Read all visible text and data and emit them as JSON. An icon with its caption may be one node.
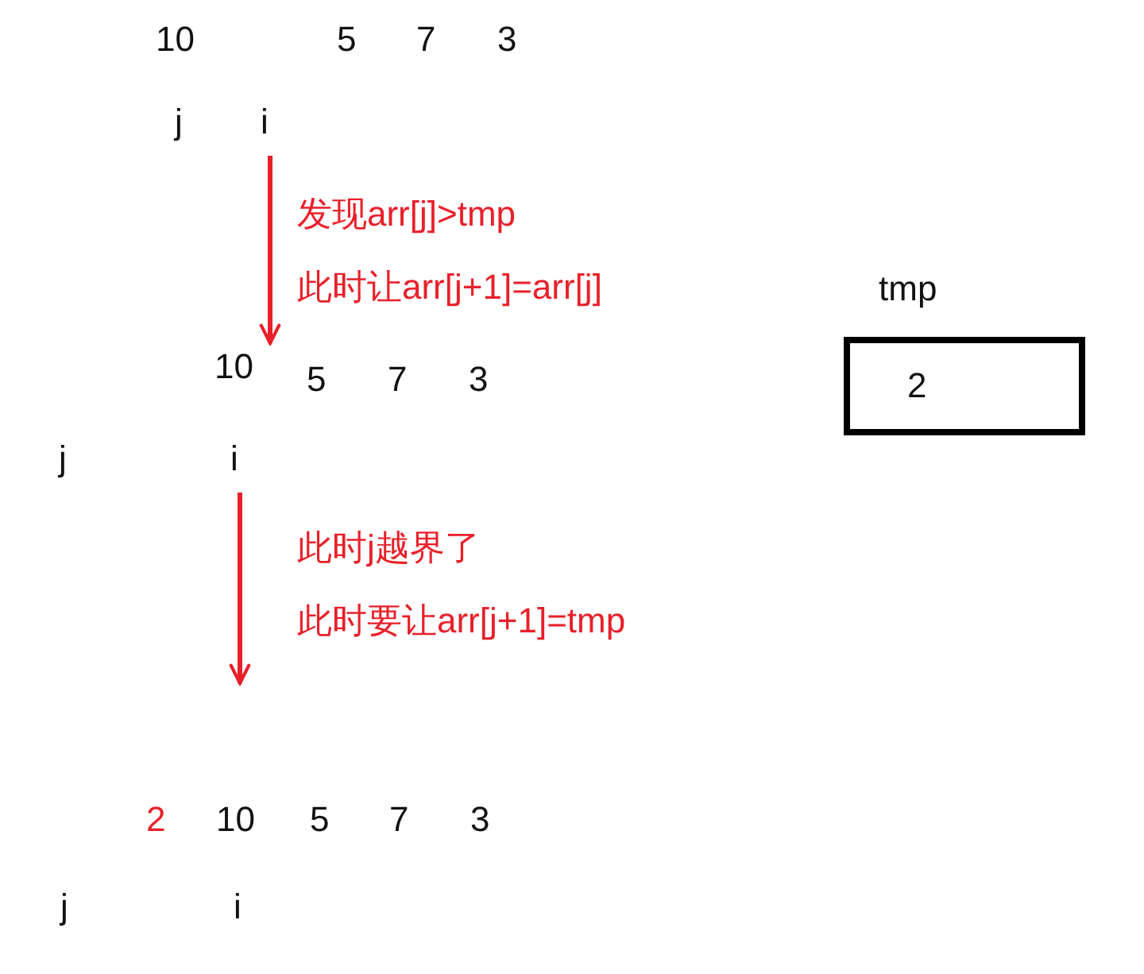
{
  "diagram": {
    "nodes": [
      {
        "text": [
          "i"
        ]
      },
      {
        "text": [
          "10"
        ]
      },
      {
        "text": [
          "i"
        ]
      },
      {
        "text": [
          "2"
        ],
        "beside": [
          "tmp"
        ]
      }
    ],
    "edges": [
      {
        "from": 0,
        "to": 1,
        "arrow": "to",
        "label": "发现arr[j]>tmp 此时让arr[j+1]=arr[j]"
      },
      {
        "from": 2,
        "to": null,
        "arrow": "to",
        "label": "此时j越界了"
      }
    ],
    "labels": [
      "10",
      "5",
      "7",
      "3",
      "j",
      "5",
      "7",
      "3",
      "j",
      "此时要让arr[j+1]=tmp",
      "2",
      "10",
      "5",
      "7",
      "3",
      "j",
      "i"
    ]
  }
}
